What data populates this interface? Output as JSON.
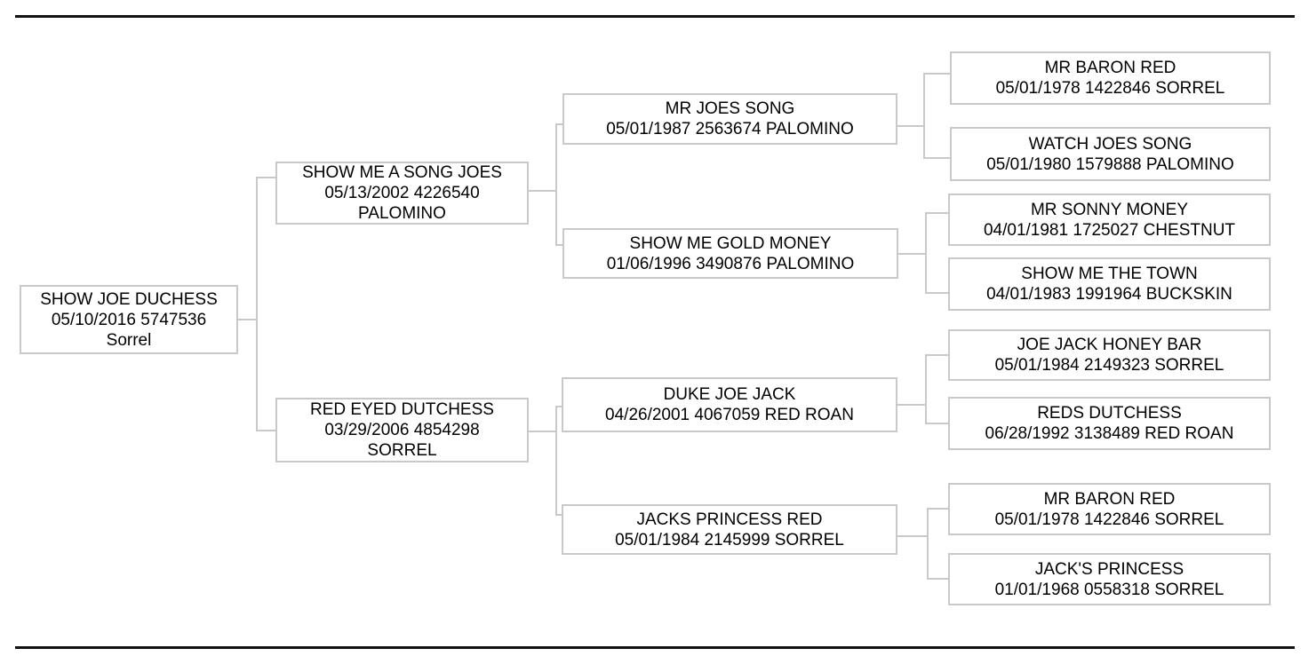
{
  "appearance": {
    "connector_color": "#c9c9c9",
    "box_border_color": "#c9c9c9",
    "box_background": "#ffffff",
    "rule_color": "#111111",
    "text_color": "#000000"
  },
  "pedigree": {
    "root": {
      "name": "SHOW JOE DUCHESS",
      "info": "05/10/2016 5747536",
      "color": "Sorrel"
    },
    "sire": {
      "name": "SHOW ME A SONG JOES",
      "info": "05/13/2002 4226540",
      "color": "PALOMINO"
    },
    "dam": {
      "name": "RED EYED DUTCHESS",
      "info": "03/29/2006 4854298",
      "color": "SORREL"
    },
    "sire_sire": {
      "name": "MR JOES SONG",
      "info": "05/01/1987 2563674 PALOMINO"
    },
    "sire_dam": {
      "name": "SHOW ME GOLD MONEY",
      "info": "01/06/1996 3490876 PALOMINO"
    },
    "dam_sire": {
      "name": "DUKE JOE JACK",
      "info": "04/26/2001 4067059 RED ROAN"
    },
    "dam_dam": {
      "name": "JACKS PRINCESS RED",
      "info": "05/01/1984 2145999 SORREL"
    },
    "sire_sire_sire": {
      "name": "MR BARON RED",
      "info": "05/01/1978 1422846 SORREL"
    },
    "sire_sire_dam": {
      "name": "WATCH JOES SONG",
      "info": "05/01/1980 1579888 PALOMINO"
    },
    "sire_dam_sire": {
      "name": "MR SONNY MONEY",
      "info": "04/01/1981 1725027 CHESTNUT"
    },
    "sire_dam_dam": {
      "name": "SHOW ME THE TOWN",
      "info": "04/01/1983 1991964 BUCKSKIN"
    },
    "dam_sire_sire": {
      "name": "JOE JACK HONEY BAR",
      "info": "05/01/1984 2149323 SORREL"
    },
    "dam_sire_dam": {
      "name": "REDS DUTCHESS",
      "info": "06/28/1992 3138489 RED ROAN"
    },
    "dam_dam_sire": {
      "name": "MR BARON RED",
      "info": "05/01/1978 1422846 SORREL"
    },
    "dam_dam_dam": {
      "name": "JACK'S PRINCESS",
      "info": "01/01/1968 0558318 SORREL"
    }
  }
}
